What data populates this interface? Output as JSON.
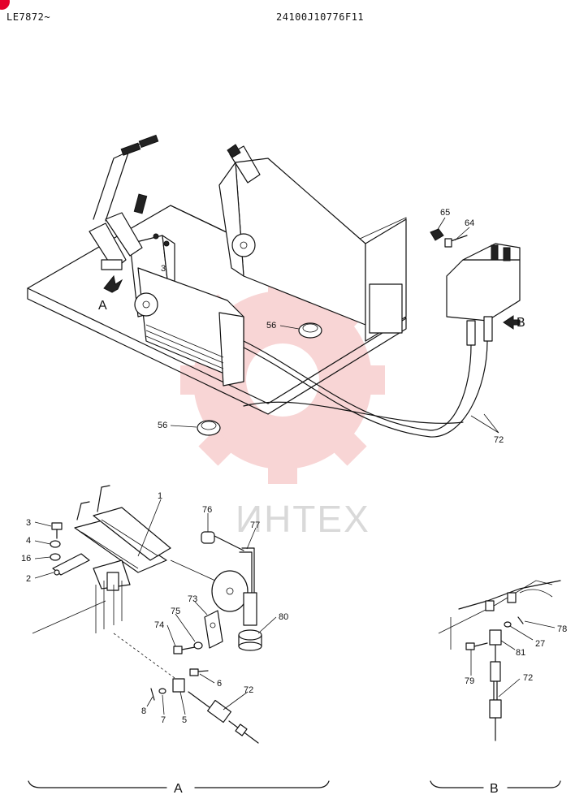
{
  "header": {
    "model_code": "LE7872~",
    "document_number": "24100J10776F11"
  },
  "watermark": {
    "text": "ИНТЕХ",
    "gear_color": "#f4b3b3"
  },
  "accent_color": "#e4002b",
  "views": {
    "A": "A",
    "B": "B"
  },
  "callouts": {
    "p65": "65",
    "p64": "64",
    "p3_top": "3",
    "p56_a": "56",
    "p56_b": "56",
    "p72_top": "72",
    "p1": "1",
    "p3": "3",
    "p4": "4",
    "p16": "16",
    "p2": "2",
    "p76": "76",
    "p77": "77",
    "p73": "73",
    "p75": "75",
    "p74": "74",
    "p80": "80",
    "p6": "6",
    "p72_a": "72",
    "p8": "8",
    "p7": "7",
    "p5": "5",
    "p78": "78",
    "p27": "27",
    "p81": "81",
    "p79": "79",
    "p72_b": "72"
  }
}
